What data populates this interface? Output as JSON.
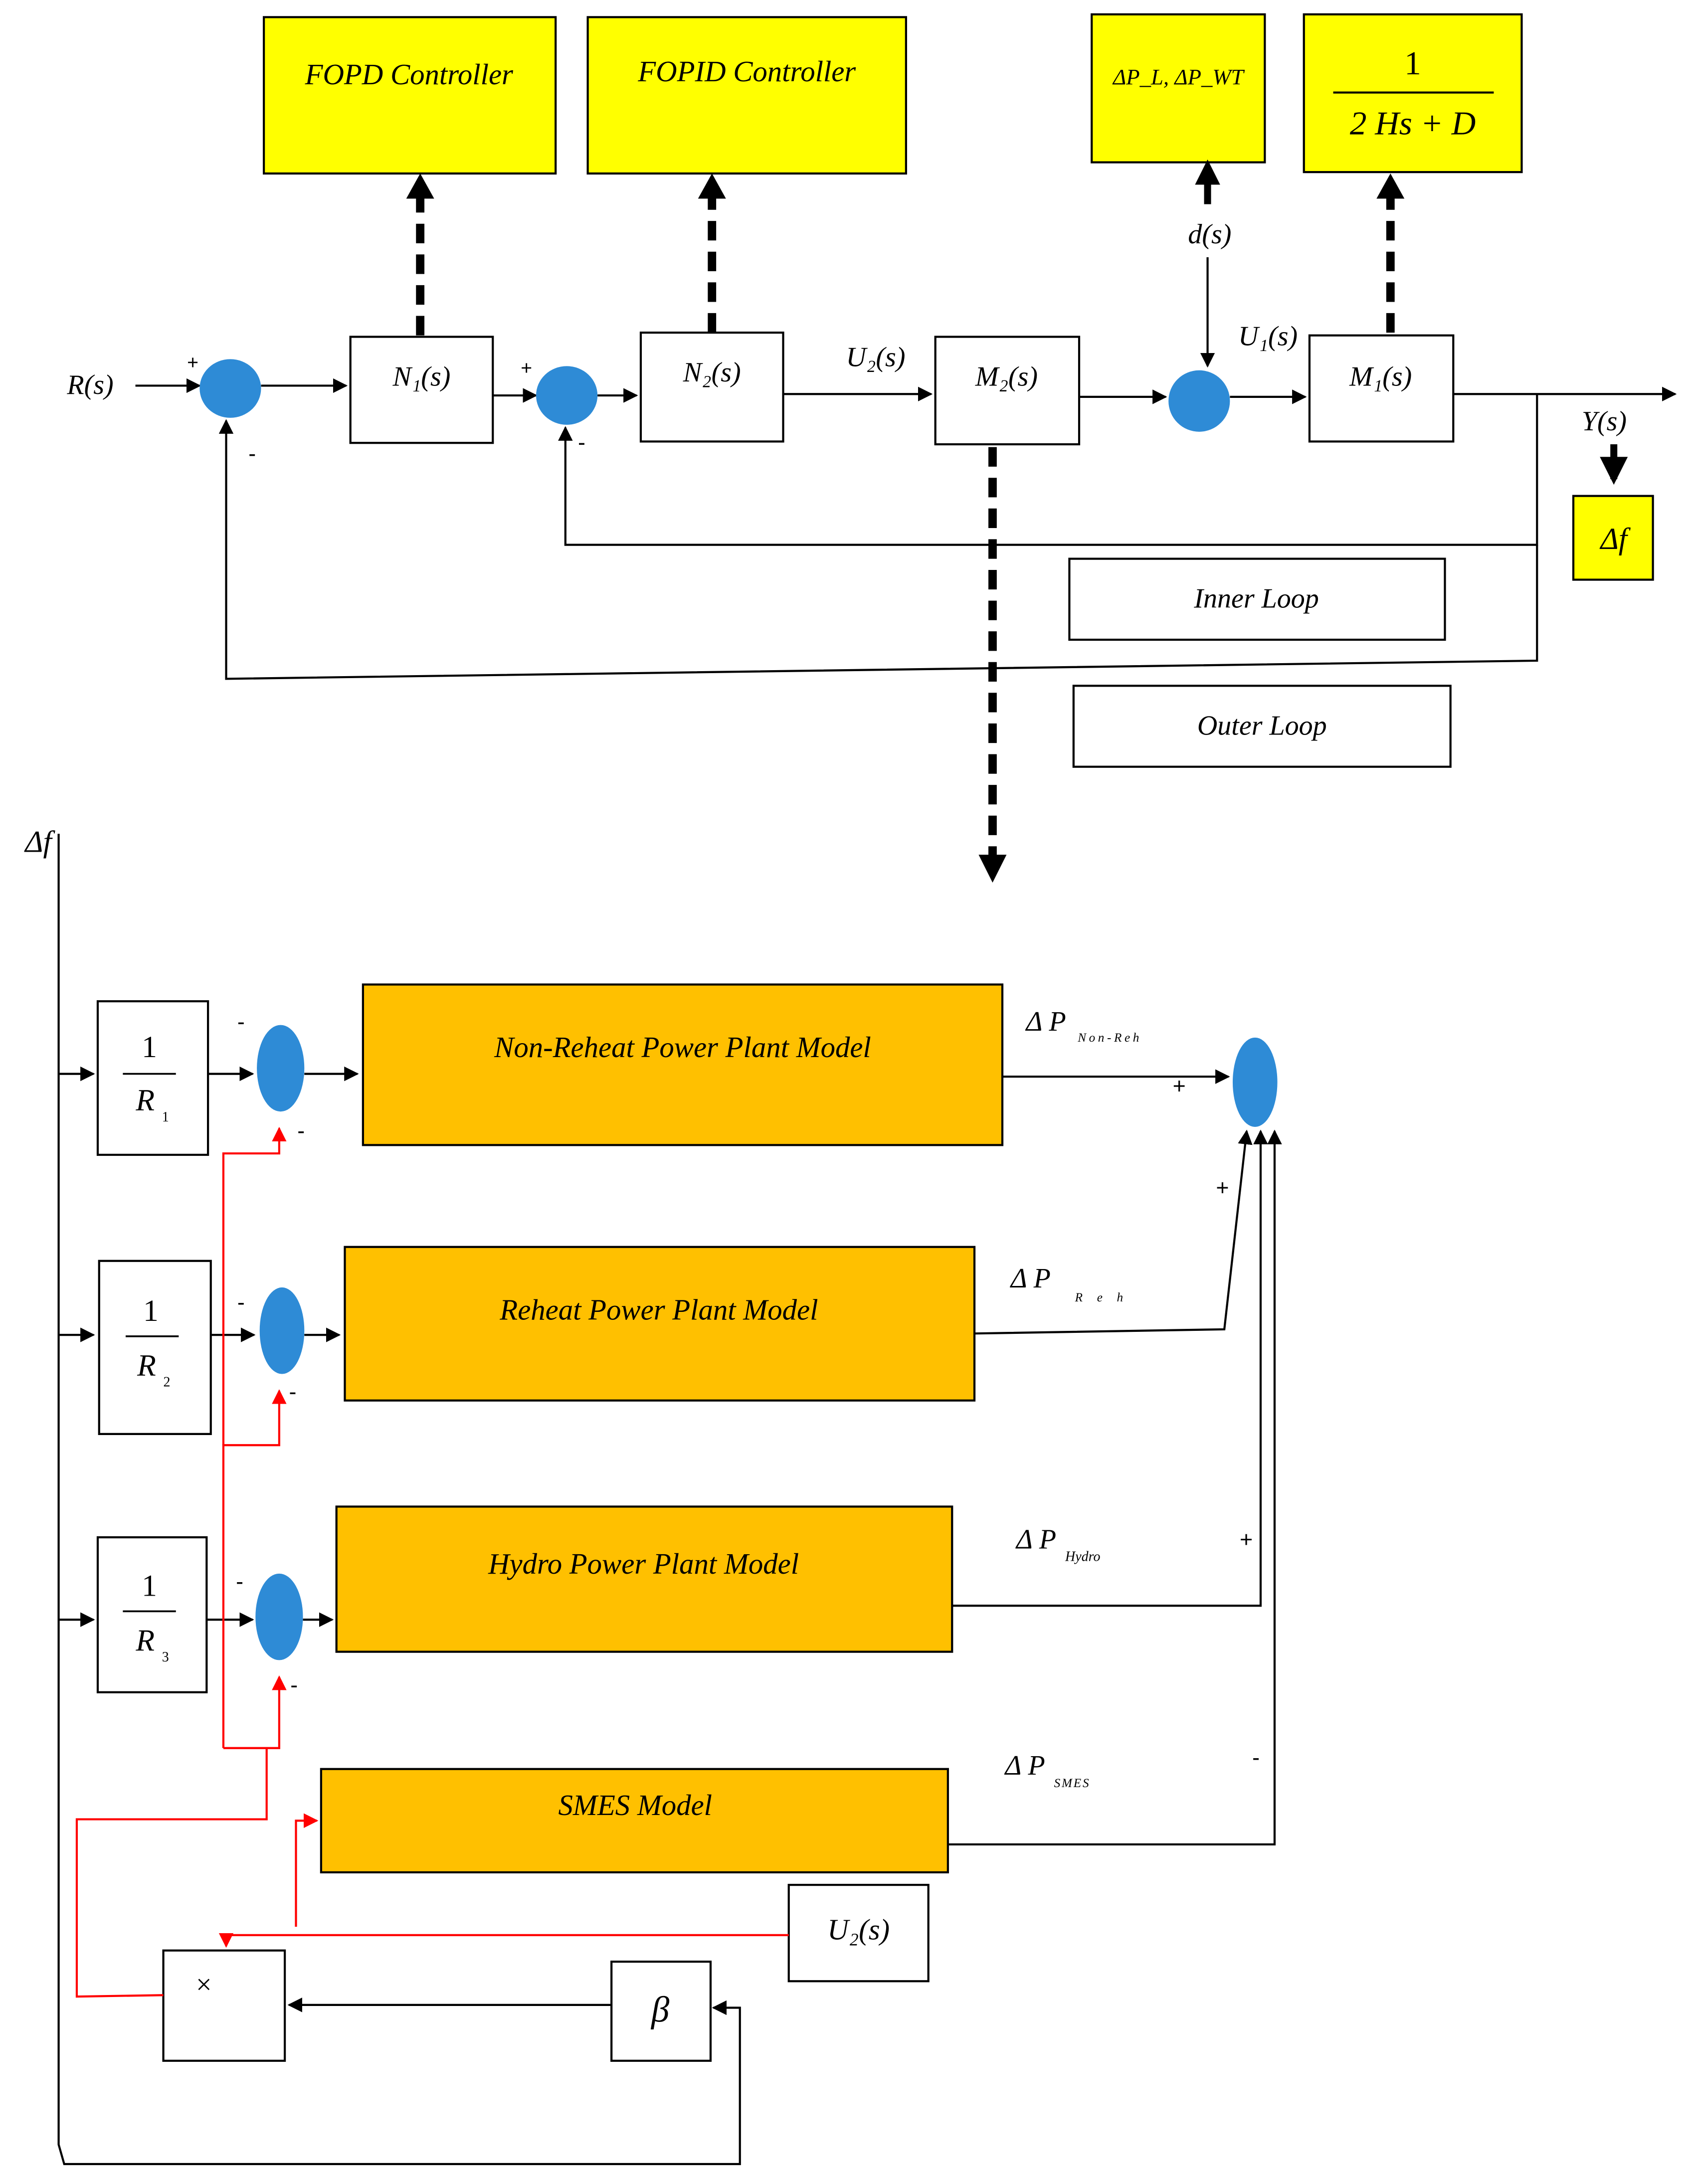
{
  "colors": {
    "controller_fill": "#ffff00",
    "plant_fill": "#ffc000",
    "summing_junction": "#2e8bd6",
    "signal_line": "#000000",
    "control_line": "#ff0000"
  },
  "top": {
    "fopd_controller": "FOPD Controller",
    "fopid_controller": "FOPID Controller",
    "disturbance_box": "ΔP_L, ΔP_WT",
    "inertia_num": "1",
    "inertia_den": "2 Hs + D",
    "r_signal": "R(s)",
    "n1_block": "N₁(s)",
    "n2_block": "N₂(s)",
    "u2_label": "U₂(s)",
    "m2_block": "M₂(s)",
    "d_label": "d(s)",
    "u1_label": "U₁(s)",
    "m1_block": "M₁(s)",
    "y_label": "Y(s)",
    "delta_f_box": "Δf",
    "inner_loop": "Inner Loop",
    "outer_loop": "Outer Loop",
    "sum1_plus": "+",
    "sum1_minus": "-",
    "sum2_plus": "+",
    "sum2_minus": "-"
  },
  "bottom": {
    "delta_f_input": "Δf",
    "gains": [
      {
        "num": "1",
        "den": "R",
        "sub": "1"
      },
      {
        "num": "1",
        "den": "R",
        "sub": "2"
      },
      {
        "num": "1",
        "den": "R",
        "sub": "3"
      }
    ],
    "plants": [
      {
        "label": "Non-Reheat Power Plant Model",
        "output_main": "Δ P",
        "output_sub": "Non-Reh"
      },
      {
        "label": "Reheat Power Plant Model",
        "output_main": "Δ  P",
        "output_sub": "R e h"
      },
      {
        "label": "Hydro Power Plant Model",
        "output_main": "Δ P",
        "output_sub": "Hydro"
      },
      {
        "label": "SMES Model",
        "output_main": "Δ P",
        "output_sub": "SMES"
      }
    ],
    "u2_box": "U₂(s)",
    "beta_box": "β",
    "multiply_box": "×",
    "junction_minus": "-",
    "total_plus": "+",
    "total_minus": "-"
  }
}
